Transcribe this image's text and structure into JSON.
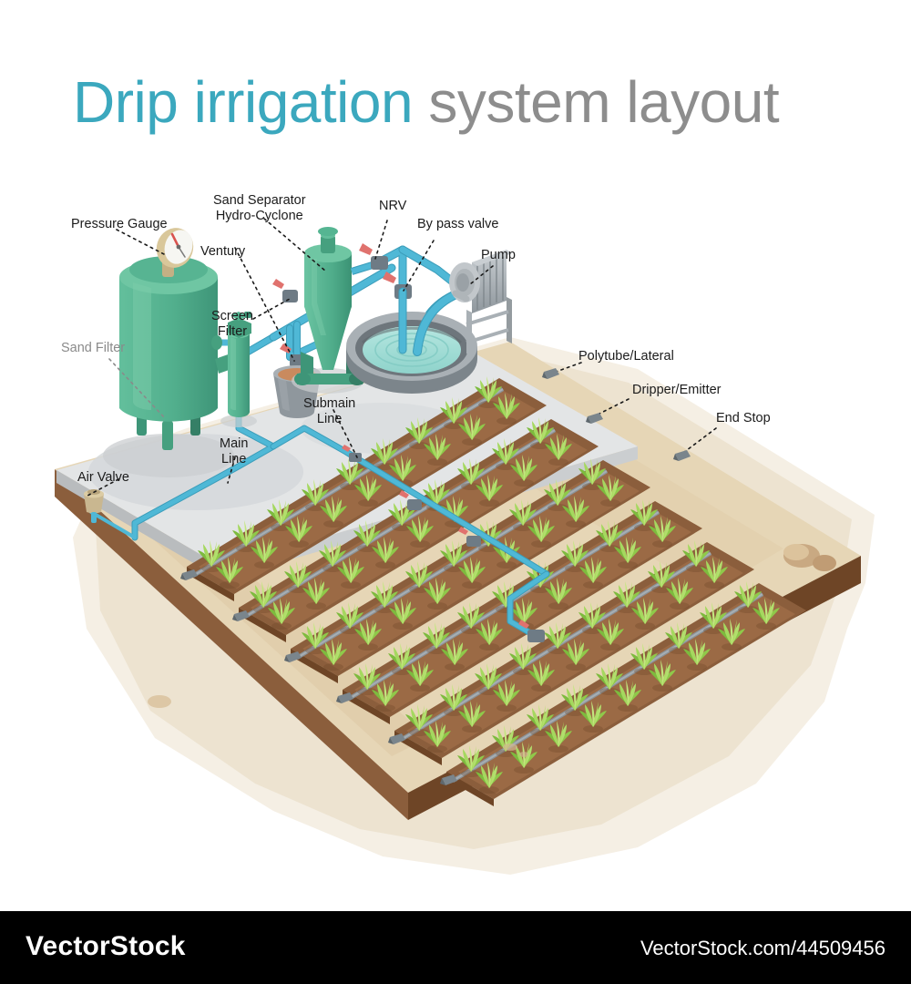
{
  "title": {
    "accent_text": "Drip irrigation",
    "grey_text": "system layout",
    "accent_color": "#3BA8BE",
    "grey_color": "#8D8D8D"
  },
  "labels": [
    {
      "id": "pressure-gauge",
      "text": "Pressure Gauge"
    },
    {
      "id": "sand-separator",
      "line1": "Sand Separator",
      "line2": "Hydro-Cyclone"
    },
    {
      "id": "nrv",
      "text": "NRV"
    },
    {
      "id": "bypass-valve",
      "text": "By pass valve"
    },
    {
      "id": "pump",
      "text": "Pump"
    },
    {
      "id": "ventury",
      "text": "Ventury"
    },
    {
      "id": "screen-filter",
      "line1": "Screen",
      "line2": "Filter"
    },
    {
      "id": "sand-filter",
      "text": "Sand Filter"
    },
    {
      "id": "air-valve",
      "text": "Air Valve"
    },
    {
      "id": "main-line",
      "line1": "Main",
      "line2": "Line"
    },
    {
      "id": "submain-line",
      "line1": "Submain",
      "line2": "Line"
    },
    {
      "id": "polytube-lateral",
      "text": "Polytube/Lateral"
    },
    {
      "id": "dripper-emitter",
      "text": "Dripper/Emitter"
    },
    {
      "id": "end-stop",
      "text": "End Stop"
    }
  ],
  "label_text": {
    "pressure_gauge": "Pressure Gauge",
    "sand_separator_l1": "Sand Separator",
    "sand_separator_l2": "Hydro-Cyclone",
    "nrv": "NRV",
    "bypass_valve": "By pass valve",
    "pump": "Pump",
    "ventury": "Ventury",
    "screen_filter_l1": "Screen",
    "screen_filter_l2": "Filter",
    "sand_filter": "Sand Filter",
    "air_valve": "Air Valve",
    "main_line_l1": "Main",
    "main_line_l2": "Line",
    "submain_line_l1": "Submain",
    "submain_line_l2": "Line",
    "polytube_lateral": "Polytube/Lateral",
    "dripper_emitter": "Dripper/Emitter",
    "end_stop": "End Stop"
  },
  "palette": {
    "pipe_blue": "#4FB8D6",
    "pipe_blue_dark": "#3B9DBA",
    "equipment_green": "#56B391",
    "equipment_green_dark": "#3E9578",
    "equipment_green_light": "#74C7A6",
    "valve_red": "#E0726E",
    "valve_grey": "#6E7B85",
    "concrete": "#E3E5E6",
    "concrete_dark": "#C9CCCE",
    "soil_brown": "#8B5E3C",
    "soil_brown_dark": "#6E4526",
    "sand_tan": "#E3D3B3",
    "sand_tan_light": "#EFE3CA",
    "plant_green": "#9FD356",
    "plant_green_dark": "#7DBB3E",
    "water_teal": "#9EDCD6",
    "metal_grey": "#9AA1A6",
    "gauge_tan": "#D9C79A",
    "rock_tan": "#C9A982"
  },
  "footer": {
    "brand": "VectorStock",
    "url": "VectorStock.com/44509456",
    "background": "#000000"
  }
}
